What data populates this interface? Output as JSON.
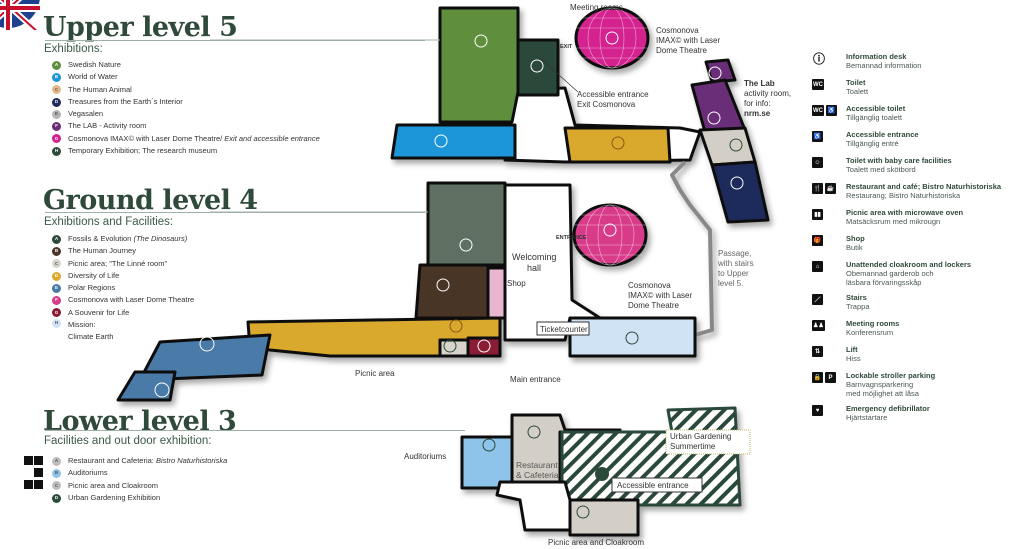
{
  "upper": {
    "title": "Upper level 5",
    "subtitle": "Exhibitions:",
    "items": [
      {
        "letter": "A",
        "label": "Swedish Nature",
        "color": "#5e8f3e"
      },
      {
        "letter": "B",
        "label": "World of Water",
        "color": "#1a96d8"
      },
      {
        "letter": "C",
        "label": "The Human Animal",
        "color": "#e3b98a"
      },
      {
        "letter": "D",
        "label": "Treasures from the Earth´s Interior",
        "color": "#1f2b5c"
      },
      {
        "letter": "E",
        "label": "Vegasalen",
        "color": "#b5b5b5"
      },
      {
        "letter": "F",
        "label": "The LAB - Activity room",
        "color": "#6b2f78"
      },
      {
        "letter": "G",
        "label": "Cosmonova IMAX© with Laser Dome Theatre/",
        "label_italic": "Exit and accessible entrance",
        "color": "#d4208f"
      },
      {
        "letter": "H",
        "label": "Temporary Exhibition; The research museum",
        "color": "#2c4a3a"
      }
    ]
  },
  "ground": {
    "title": "Ground level 4",
    "subtitle": "Exhibitions and Facilities:",
    "items": [
      {
        "letter": "A",
        "label": "Fossils & Evolution",
        "label_italic": "(The Dinosaurs)",
        "color": "#2c4a3a"
      },
      {
        "letter": "B",
        "label": "The Human Journey",
        "color": "#4a3528"
      },
      {
        "letter": "C",
        "label": "Picnic area; \"The Linné room\"",
        "color": "#d8d4cc"
      },
      {
        "letter": "D",
        "label": "Diversity of Life",
        "color": "#d9a92e"
      },
      {
        "letter": "E",
        "label": "Polar Regions",
        "color": "#4a7aa8"
      },
      {
        "letter": "F",
        "label": "Cosmonova with Laser Dome Theatre",
        "color": "#d83a8a"
      },
      {
        "letter": "G",
        "label": "A Souvenir for Life",
        "color": "#8a1a34"
      },
      {
        "letter": "H",
        "label": "Mission:",
        "label2": "Climate Earth",
        "color": "#cfe3f5"
      }
    ]
  },
  "lower": {
    "title": "Lower level 3",
    "subtitle": "Facilities and out door exhibition:",
    "items": [
      {
        "letter": "A",
        "label": "Restaurant and Cafeteria:",
        "label_italic": "Bistro Naturhistoriska",
        "color": "#bdbdbd"
      },
      {
        "letter": "B",
        "label": "Auditoriums",
        "color": "#8ec3ea"
      },
      {
        "letter": "C",
        "label": "Picnic area and Cloakroom",
        "color": "#bdbdbd"
      },
      {
        "letter": "D",
        "label": "Urban Gardening Exhibition",
        "color": "#2c4a3a"
      }
    ]
  },
  "key": [
    {
      "icon": "info-icon",
      "glyph": "ⓘ",
      "en": "Information desk",
      "sv": "Bemannad information"
    },
    {
      "icon": "toilet-icon",
      "glyph": "WC",
      "en": "Toilet",
      "sv": "Toalett"
    },
    {
      "icon": "accessible-toilet-icon",
      "glyph": "WC ♿",
      "en": "Accessible toilet",
      "sv": "Tillgänglig toalett"
    },
    {
      "icon": "accessible-entrance-icon",
      "glyph": "♿",
      "en": "Accessible entrance",
      "sv": "Tillgänglig entré"
    },
    {
      "icon": "baby-care-icon",
      "glyph": "☺",
      "en": "Toilet with baby care facilities",
      "sv": "Toalett med skötbord"
    },
    {
      "icon": "restaurant-icon",
      "glyph": "🍴 ☕",
      "en": "Restaurant and café; Bistro Naturhistoriska",
      "sv": "Restaurang; Bistro Naturhistoriska"
    },
    {
      "icon": "picnic-icon",
      "glyph": "▮▮",
      "en": "Picnic area with microwave oven",
      "sv": "Matsäcksrum med mikrougn"
    },
    {
      "icon": "shop-icon",
      "glyph": "🎁",
      "en": "Shop",
      "sv": "Butik"
    },
    {
      "icon": "cloakroom-icon",
      "glyph": "⌂",
      "en": "Unattended cloakroom and lockers",
      "sv": "Obemannad garderob och",
      "sv2": "läsbara förvaringsskåp"
    },
    {
      "icon": "stairs-icon",
      "glyph": "／",
      "en": "Stairs",
      "sv": "Trappa"
    },
    {
      "icon": "meeting-rooms-icon",
      "glyph": "♟♟",
      "en": "Meeting rooms",
      "sv": "Konferensrum"
    },
    {
      "icon": "lift-icon",
      "glyph": "⇅",
      "en": "Lift",
      "sv": "Hiss"
    },
    {
      "icon": "stroller-parking-icon",
      "glyph": "🔒 P",
      "en": "Lockable stroller parking",
      "sv": "Barnvagnsparkering",
      "sv2": "med möjlighet att låsa"
    },
    {
      "icon": "defibrillator-icon",
      "glyph": "♥",
      "en": "Emergency defibrillator",
      "sv": "Hjärtstartare"
    }
  ],
  "map": {
    "meeting_rooms": "Meeting rooms",
    "exit": "EXIT",
    "cosmonova_upper": [
      "Cosmonova",
      "IMAX© with Laser",
      "Dome Theatre"
    ],
    "accessible_exit": [
      "Accessible entrance",
      "Exit Cosmonova"
    ],
    "lab": [
      "The Lab",
      "activity room,",
      "for info:",
      "nrm.se"
    ],
    "passage": [
      "Passage,",
      "with stairs",
      "to Upper",
      "level 5."
    ],
    "entrance": "ENTRANCE",
    "welcoming": [
      "Welcoming",
      "hall"
    ],
    "shop": "Shop",
    "cosmonova_ground": [
      "Cosmonova",
      "IMAX© with Laser",
      "Dome Theatre"
    ],
    "ticketcounter": "Ticketcounter",
    "main_entrance": "Main entrance",
    "picnic_area": "Picnic area",
    "auditoriums": "Auditoriums",
    "restaurant": [
      "Restaurant",
      "& Cafeteria"
    ],
    "urban": [
      "Urban Gardening",
      "Summertime"
    ],
    "accessible_entrance": "Accessible entrance",
    "picnic_cloak": "Picnic area and Cloakroom"
  }
}
